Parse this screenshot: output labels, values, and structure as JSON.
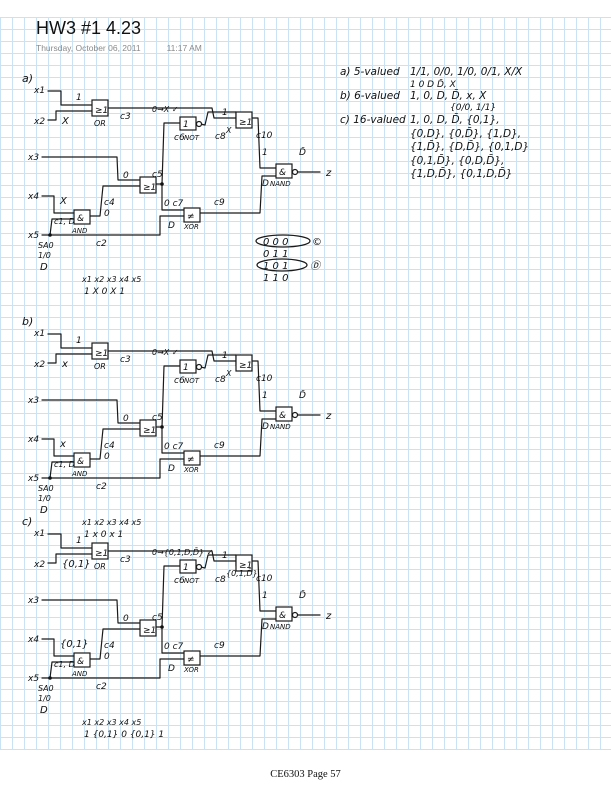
{
  "page": {
    "title": "HW3 #1 4.23",
    "date": "Thursday, October 06, 2011",
    "time": "11:17 AM",
    "footer": "CE6303 Page 57"
  },
  "notes": {
    "a_label": "a) 5-valued",
    "a_line1": "1/1, 0/0, 1/0, 0/1, X/X",
    "a_line2": "1     0     D    D̄, X",
    "b_label": "b) 6-valued",
    "b_line1": "1, 0, D, D̄, x, X",
    "b_line2": "{0/0, 1/1}",
    "c_label": "c) 16-valued",
    "c_lines": [
      "1, 0, D, D̄, {0,1},",
      "{0,D}, {0,D̄}, {1,D},",
      "{1,D̄}, {D,D̄}, {0,1,D}",
      "{0,1,D̄}, {0,D,D̄},",
      "{1,D,D̄}, {0,1,D,D̄}"
    ]
  },
  "truth_table": {
    "rows": [
      "0 0 0",
      "0 1 1",
      "1 0 1",
      "1 1 0"
    ],
    "mark_c": "©",
    "mark_d": "Ⓓ"
  },
  "circuits": [
    {
      "section": "a)",
      "x1": "x1",
      "x2": "x2",
      "x3": "x3",
      "x4": "x4",
      "x5": "x5",
      "v_x1": "1",
      "v_x2": "X",
      "v_x4": "X",
      "or1": "≥1",
      "or1_lbl": "OR",
      "c3": "c3",
      "c6_val": "0→X ✓",
      "not": "1",
      "not_lbl": "NOT",
      "c6": "c6",
      "c8": "c8",
      "c8_val": "X",
      "or2": "≥1",
      "c10": "c10",
      "c10_val": "1",
      "or2_in": "1",
      "nand": "&",
      "nand_lbl": "NAND",
      "nand_in2": "D",
      "out_val": "D̄",
      "out": "z",
      "x3_val": "0",
      "or3": "≥1",
      "c5": "c5",
      "c4": "c4",
      "c4_val": "0",
      "and": "&",
      "and_lbl": "AND",
      "c1": "c1, D",
      "c7": "0 c7",
      "xor": "≠",
      "xor_lbl": "XOR",
      "c9": "c9",
      "xor_in2": "D",
      "c2": "c2",
      "fault": "SA0",
      "fault_val": "1/0",
      "fault_d": "D",
      "vec_head": "x1 x2 x3 x4 x5",
      "vec_vals": "1  X  0  X  1"
    },
    {
      "section": "b)",
      "x1": "x1",
      "x2": "x2",
      "x3": "x3",
      "x4": "x4",
      "x5": "x5",
      "v_x1": "1",
      "v_x2": "x",
      "v_x4": "x",
      "or1": "≥1",
      "or1_lbl": "OR",
      "c3": "c3",
      "c6_val": "0→X ✓",
      "not": "1",
      "not_lbl": "NOT",
      "c6": "c6",
      "c8": "c8",
      "c8_val": "X",
      "or2": "≥1",
      "c10": "c10",
      "c10_val": "1",
      "or2_in": "1",
      "nand": "&",
      "nand_lbl": "NAND",
      "nand_in2": "D",
      "out_val": "D̄",
      "out": "z",
      "x3_val": "0",
      "or3": "≥1",
      "c5": "c5",
      "c4": "c4",
      "c4_val": "0",
      "and": "&",
      "and_lbl": "AND",
      "c1": "c1, D",
      "c7": "0 c7",
      "xor": "≠",
      "xor_lbl": "XOR",
      "c9": "c9",
      "xor_in2": "D",
      "c2": "c2",
      "fault": "SA0",
      "fault_val": "1/0",
      "fault_d": "D",
      "vec_head": "x1 x2 x3 x4 x5",
      "vec_vals": "1 x 0 x 1"
    },
    {
      "section": "c)",
      "x1": "x1",
      "x2": "x2",
      "x3": "x3",
      "x4": "x4",
      "x5": "x5",
      "v_x1": "1",
      "v_x2": "{0,1}",
      "v_x4": "{0,1}",
      "or1": "≥1",
      "or1_lbl": "OR",
      "c3": "c3",
      "c6_val": "0→{0,1,D,D̄} ✓",
      "not": "1",
      "not_lbl": "NOT",
      "c6": "c6",
      "c8": "c8",
      "c8_val": "{0,1,D̄}",
      "or2": "≥1",
      "c10": "c10",
      "c10_val": "1",
      "or2_in": "1",
      "nand": "&",
      "nand_lbl": "NAND",
      "nand_in2": "D",
      "out_val": "D̄",
      "out": "z",
      "x3_val": "0",
      "or3": "≥1",
      "c5": "c5",
      "c4": "c4",
      "c4_val": "0",
      "and": "&",
      "and_lbl": "AND",
      "c1": "c1, D",
      "c7": "0 c7",
      "xor": "≠",
      "xor_lbl": "XOR",
      "c9": "c9",
      "xor_in2": "D",
      "c2": "c2",
      "fault": "SA0",
      "fault_val": "1/0",
      "fault_d": "D",
      "vec_head": "x1 x2 x3 x4  x5",
      "vec_vals": "1 {0,1} 0 {0,1} 1"
    }
  ]
}
